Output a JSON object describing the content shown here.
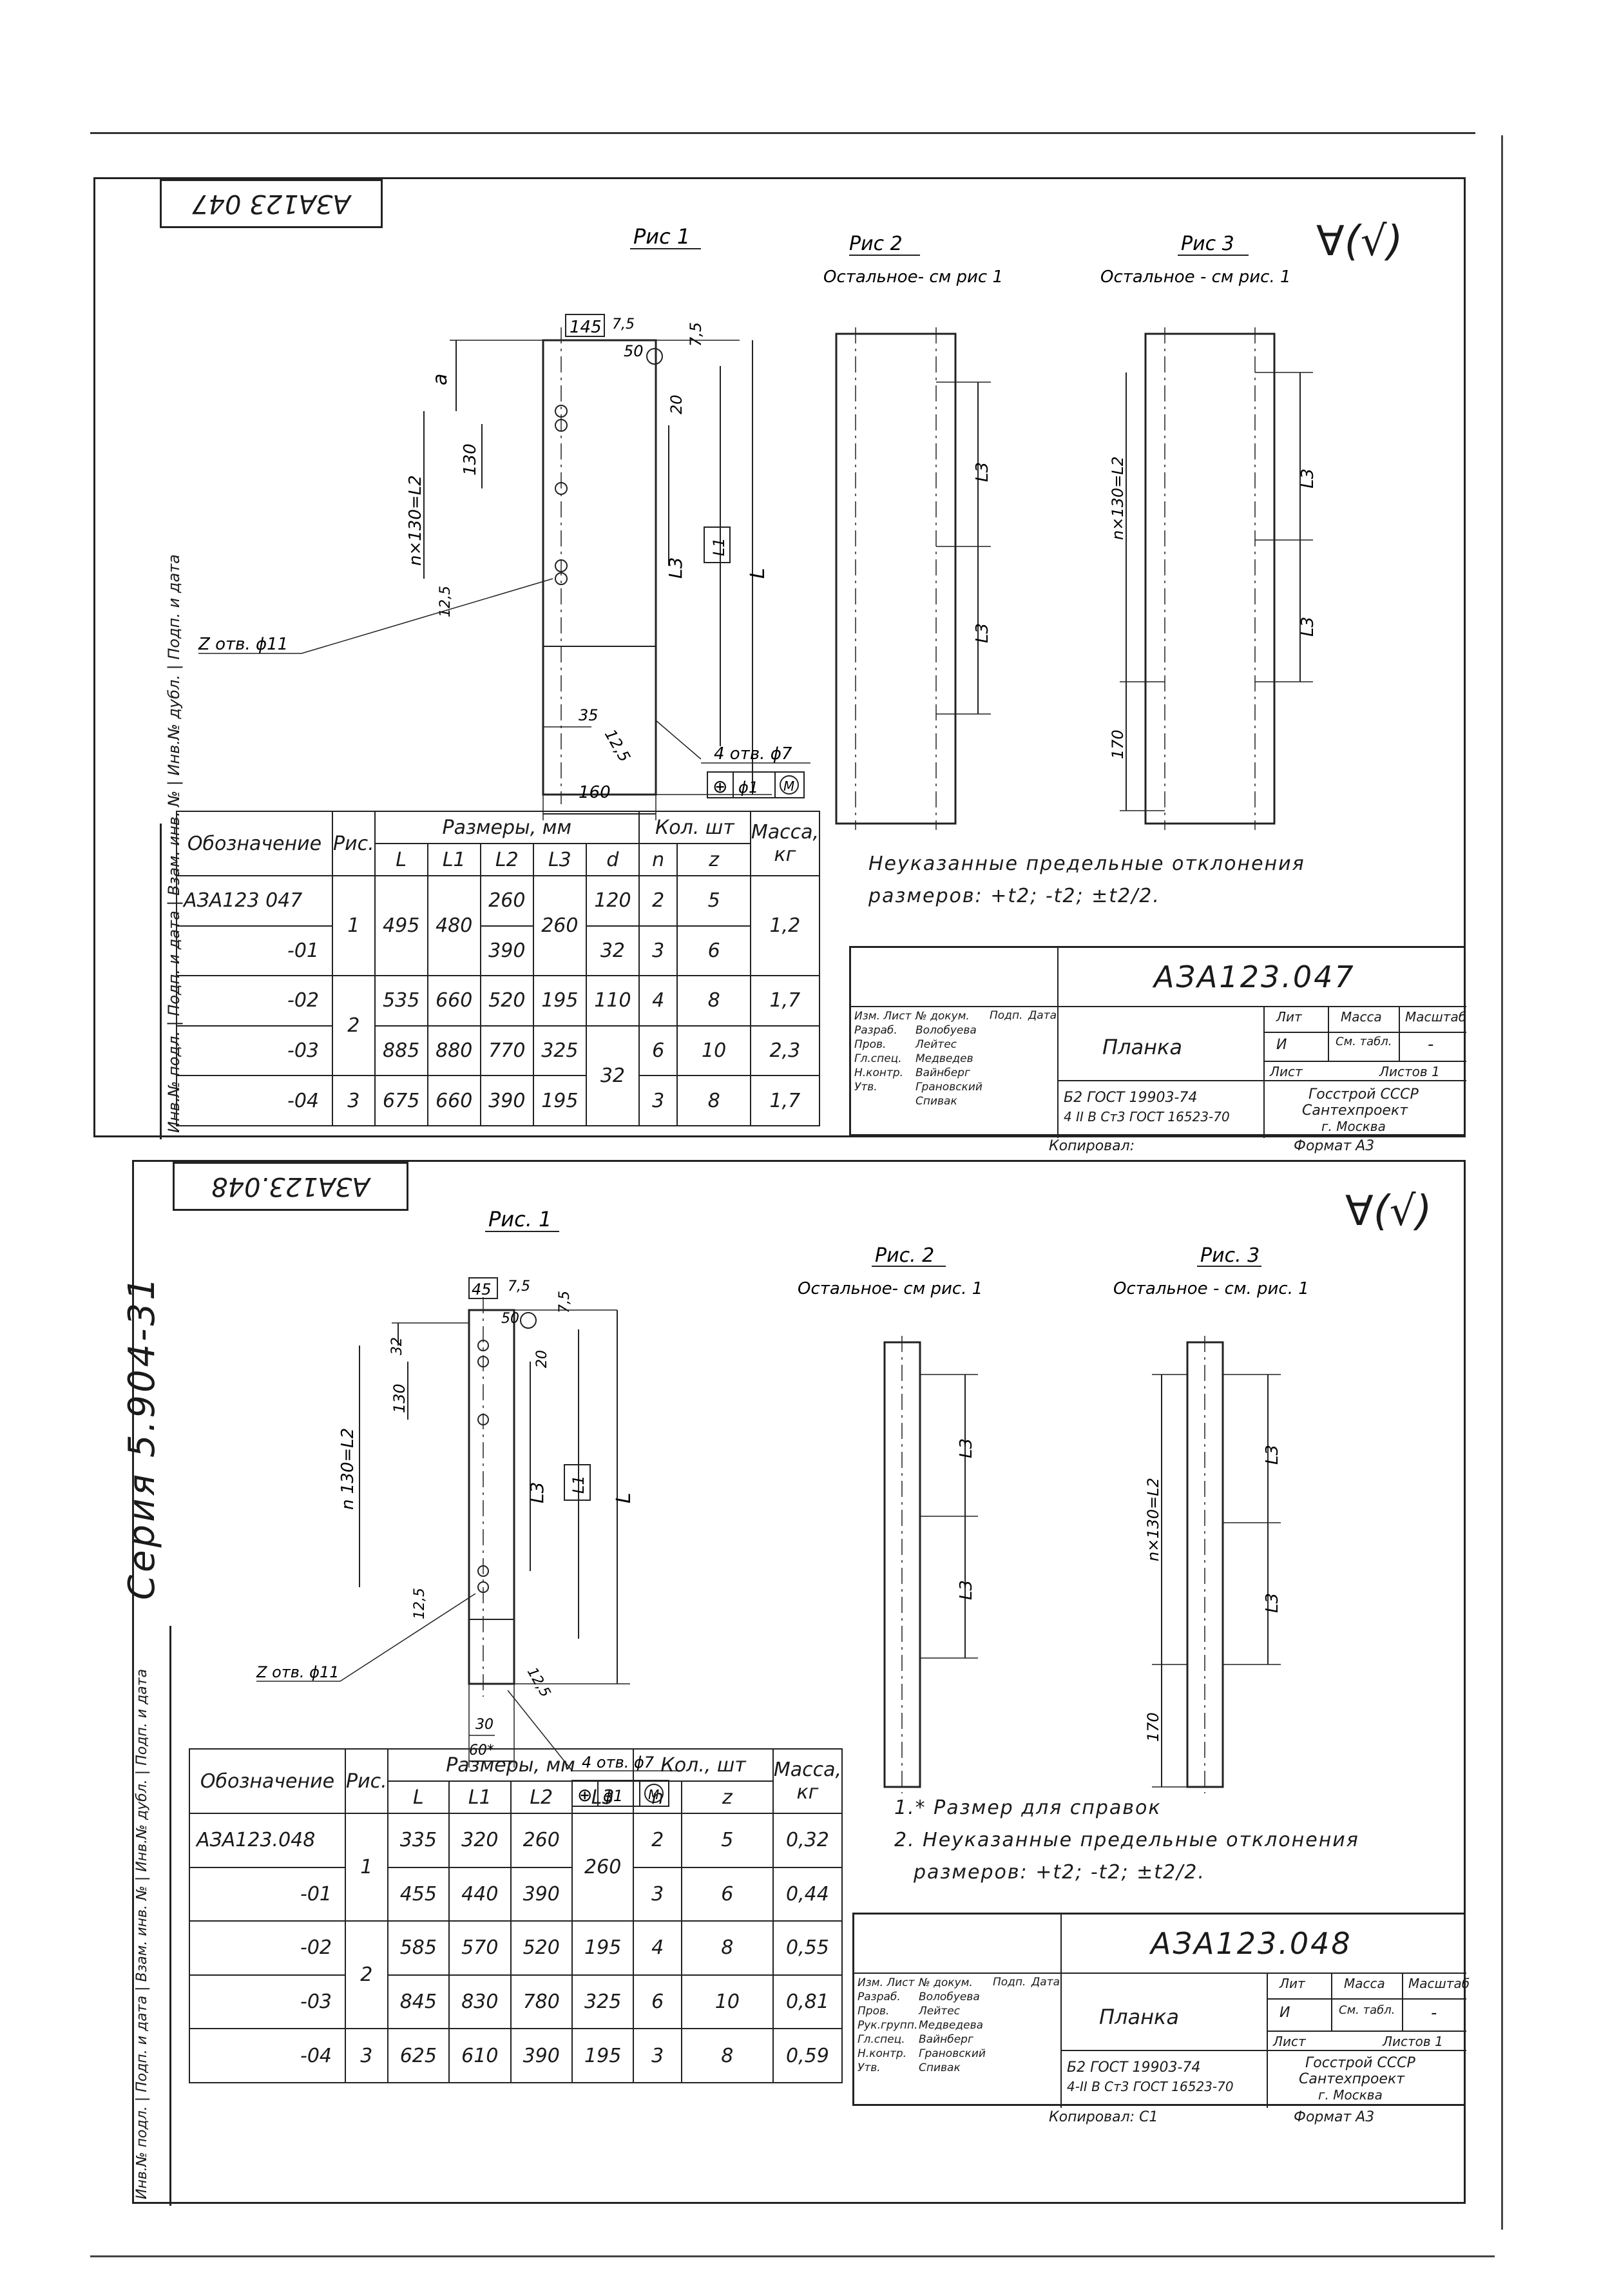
{
  "sheet1": {
    "stamp": "АЗА123 047",
    "roughness": "∀(√)",
    "fig1": {
      "title": "Рис 1",
      "dims": {
        "d145": "145",
        "d7_5a": "7,5",
        "d50": "50",
        "d7_5b": "7,5",
        "a": "a",
        "d20": "20",
        "d130": "130",
        "nx": "n×130=L2",
        "L1": "L1",
        "L3": "L3",
        "L": "L",
        "d12_5a": "12,5",
        "d12_5b": "12,5",
        "d35": "35",
        "d160": "160"
      },
      "holes_left": "Z отв. ϕ11",
      "holes_right": "4 отв. ϕ7",
      "tol_sym": "⊕",
      "tol_val": "ϕ1",
      "tol_mod": "M"
    },
    "fig2": {
      "title": "Рис 2",
      "note": "Остальное- см рис 1",
      "L3a": "L3",
      "L3b": "L3"
    },
    "fig3": {
      "title": "Рис 3",
      "note": "Остальное - см рис. 1",
      "nx": "n×130=L2",
      "L3a": "L3",
      "L3b": "L3",
      "d170": "170"
    },
    "notes": [
      "Неуказанные предельные отклонения",
      "размеров: +t2; -t2; ±t2/2."
    ],
    "table": {
      "h_designation": "Обозначение",
      "h_fig": "Рис.",
      "h_dims": "Размеры, мм",
      "h_qty": "Кол. шт",
      "h_mass": "Масса, кг",
      "sub": [
        "L",
        "L1",
        "L2",
        "L3",
        "d",
        "n",
        "z"
      ],
      "rows": [
        {
          "des": "АЗА123 047",
          "fig": "1",
          "L": "495",
          "L1": "480",
          "L2": "260",
          "L3": "260",
          "d": "120",
          "n": "2",
          "z": "5",
          "m": "1,2"
        },
        {
          "des": "-01",
          "fig": "",
          "L": "",
          "L1": "",
          "L2": "390",
          "L3": "",
          "d": "32",
          "n": "3",
          "z": "6",
          "m": ""
        },
        {
          "des": "-02",
          "fig": "2",
          "L": "535",
          "L1": "660",
          "L2": "520",
          "L3": "195",
          "d": "110",
          "n": "4",
          "z": "8",
          "m": "1,7"
        },
        {
          "des": "-03",
          "fig": "",
          "L": "885",
          "L1": "880",
          "L2": "770",
          "L3": "325",
          "d": "32",
          "n": "6",
          "z": "10",
          "m": "2,3"
        },
        {
          "des": "-04",
          "fig": "3",
          "L": "675",
          "L1": "660",
          "L2": "390",
          "L3": "195",
          "d": "",
          "n": "3",
          "z": "8",
          "m": "1,7"
        }
      ]
    },
    "titleblock": {
      "code": "АЗА123.047",
      "name": "Планка",
      "lit": "Лит",
      "mass": "Масса",
      "scale": "Масштаб",
      "mass_val": "См. табл.",
      "lit_val": "И",
      "scale_val": "-",
      "sheet": "Лист",
      "sheets": "Листов 1",
      "roles": [
        "Изм. Лист",
        "Разраб.",
        "Пров.",
        "Гл.спец.",
        "Н.контр.",
        "Утв."
      ],
      "names": [
        "№ докум.",
        "Волобуева",
        "Лейтес",
        "Медведев",
        "Вайнберг",
        "Грановский",
        "Спивак"
      ],
      "hdr_sign": "Подп.",
      "hdr_date": "Дата",
      "material1": "Б2 ГОСТ 19903-74",
      "material2": "4 II В Ст3 ГОСТ 16523-70",
      "org1": "Госстрой СССР",
      "org2": "Сантехпроект",
      "org3": "г. Москва",
      "copied": "Копировал:",
      "format": "Формат А3"
    }
  },
  "sheet2": {
    "stamp": "АЗА123.048",
    "roughness": "∀(√)",
    "fig1": {
      "title": "Рис. 1",
      "dims": {
        "d45": "45",
        "d7_5a": "7,5",
        "d50": "50",
        "d7_5b": "7,5",
        "d32": "32",
        "d20": "20",
        "d130": "130",
        "nx": "n 130=L2",
        "L1": "L1",
        "L3": "L3",
        "L": "L",
        "d12_5a": "12,5",
        "d12_5b": "12,5",
        "d30": "30",
        "d60": "60*"
      },
      "holes_left": "Z отв. ϕ11",
      "holes_right": "4 отв. ϕ7",
      "tol_sym": "⊕",
      "tol_val": "ϕ1",
      "tol_mod": "M"
    },
    "fig2": {
      "title": "Рис. 2",
      "note": "Остальное- см рис. 1",
      "L3a": "L3",
      "L3b": "L3"
    },
    "fig3": {
      "title": "Рис. 3",
      "note": "Остальное - см. рис. 1",
      "nx": "n×130=L2",
      "L3a": "L3",
      "L3b": "L3",
      "d170": "170"
    },
    "notes": [
      "1.* Размер для справок",
      "2. Неуказанные предельные отклонения",
      "размеров: +t2; -t2; ±t2/2."
    ],
    "table": {
      "h_designation": "Обозначение",
      "h_fig": "Рис.",
      "h_dims": "Размеры, мм",
      "h_qty": "Кол., шт",
      "h_mass": "Масса, кг",
      "sub": [
        "L",
        "L1",
        "L2",
        "L3",
        "n",
        "z"
      ],
      "rows": [
        {
          "des": "АЗА123.048",
          "fig": "1",
          "L": "335",
          "L1": "320",
          "L2": "260",
          "L3": "260",
          "n": "2",
          "z": "5",
          "m": "0,32"
        },
        {
          "des": "-01",
          "fig": "",
          "L": "455",
          "L1": "440",
          "L2": "390",
          "L3": "",
          "n": "3",
          "z": "6",
          "m": "0,44"
        },
        {
          "des": "-02",
          "fig": "2",
          "L": "585",
          "L1": "570",
          "L2": "520",
          "L3": "195",
          "n": "4",
          "z": "8",
          "m": "0,55"
        },
        {
          "des": "-03",
          "fig": "",
          "L": "845",
          "L1": "830",
          "L2": "780",
          "L3": "325",
          "n": "6",
          "z": "10",
          "m": "0,81"
        },
        {
          "des": "-04",
          "fig": "3",
          "L": "625",
          "L1": "610",
          "L2": "390",
          "L3": "195",
          "n": "3",
          "z": "8",
          "m": "0,59"
        }
      ]
    },
    "titleblock": {
      "code": "АЗА123.048",
      "name": "Планка",
      "lit": "Лит",
      "mass": "Масса",
      "scale": "Масштаб",
      "mass_val": "См. табл.",
      "lit_val": "И",
      "scale_val": "-",
      "sheet": "Лист",
      "sheets": "Листов 1",
      "roles": [
        "Изм. Лист",
        "Разраб.",
        "Пров.",
        "Рук.групп.",
        "Гл.спец.",
        "Н.контр.",
        "Утв."
      ],
      "names": [
        "№ докум.",
        "Волобуева",
        "Лейтес",
        "Медведева",
        "Вайнберг",
        "Грановский",
        "Спивак"
      ],
      "hdr_sign": "Подп.",
      "hdr_date": "Дата",
      "material1": "Б2 ГОСТ 19903-74",
      "material2": "4-II В Ст3 ГОСТ 16523-70",
      "org1": "Госстрой СССР",
      "org2": "Сантехпроект",
      "org3": "г. Москва",
      "copied": "Копировал: С1",
      "format": "Формат А3"
    }
  },
  "series": "Серия 5.904-31",
  "sidebar_labels": [
    "Инв.№ подл.",
    "Подп. и дата",
    "Взам. инв. №",
    "Инв.№ дубл.",
    "Подп. и дата"
  ]
}
